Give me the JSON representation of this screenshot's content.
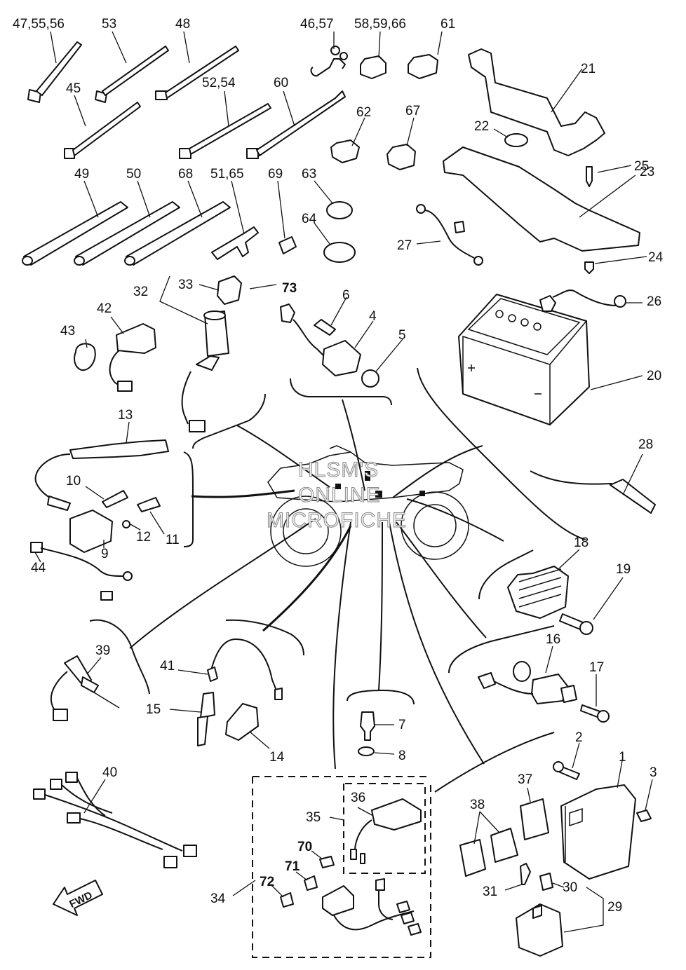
{
  "diagram": {
    "labels": {
      "l47": "47,55,56",
      "l53": "53",
      "l48": "48",
      "l4657": "46,57",
      "l585966": "58,59,66",
      "l61": "61",
      "l45": "45",
      "l5254": "52,54",
      "l60": "60",
      "l62": "62",
      "l67": "67",
      "l21": "21",
      "l22": "22",
      "l25": "25",
      "l23": "23",
      "l24": "24",
      "l27": "27",
      "l49": "49",
      "l50": "50",
      "l68": "68",
      "l5165": "51,65",
      "l69": "69",
      "l63": "63",
      "l64": "64",
      "l32": "32",
      "l33": "33",
      "l73": "73",
      "l6": "6",
      "l4": "4",
      "l5": "5",
      "l26": "26",
      "l20": "20",
      "l42": "42",
      "l43": "43",
      "l13": "13",
      "l28": "28",
      "l10": "10",
      "l11": "11",
      "l12": "12",
      "l9": "9",
      "l44": "44",
      "l18": "18",
      "l19": "19",
      "l16": "16",
      "l17": "17",
      "l39": "39",
      "l41": "41",
      "l15": "15",
      "l14": "14",
      "l7": "7",
      "l8": "8",
      "l40": "40",
      "l2": "2",
      "l1": "1",
      "l3": "3",
      "l37": "37",
      "l36": "36",
      "l35": "35",
      "l38": "38",
      "l70": "70",
      "l71": "71",
      "l72": "72",
      "l34": "34",
      "l31": "31",
      "l30": "30",
      "l29": "29"
    },
    "watermark": [
      "HLSM'S",
      "ONLINE",
      "MICROFICHE"
    ],
    "fwd_label": "FWD"
  }
}
